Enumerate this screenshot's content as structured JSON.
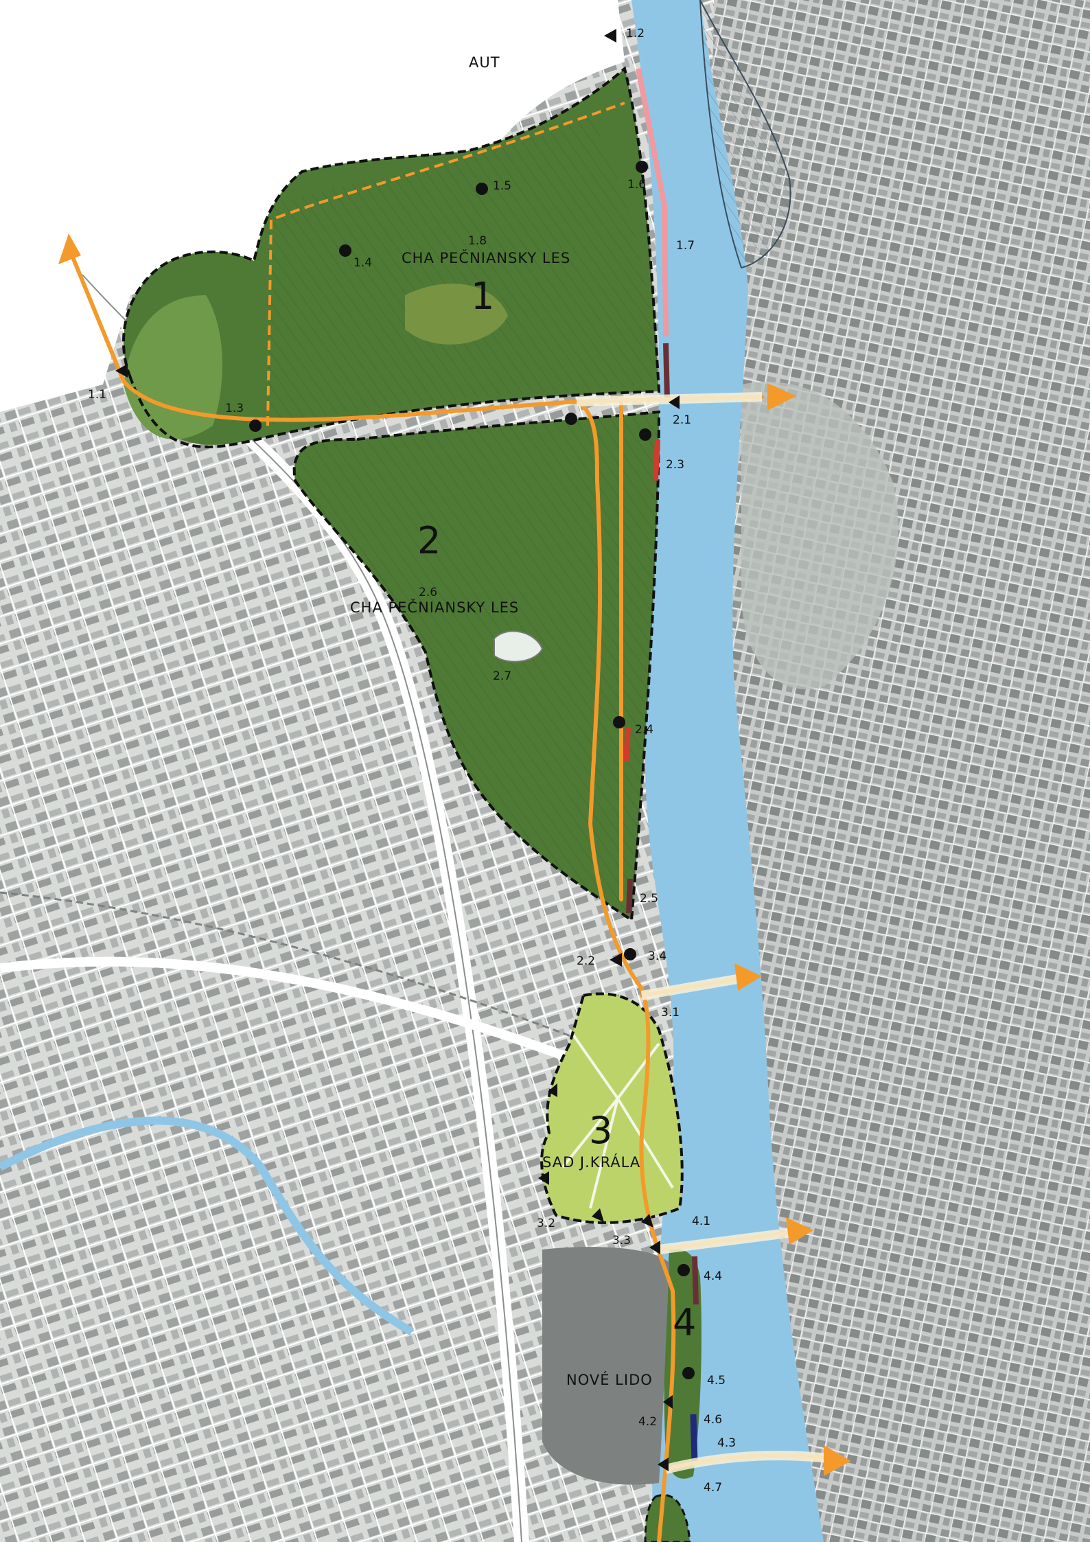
{
  "palette": {
    "water": "#8fc6e6",
    "forest": "#4f7a35",
    "forest_light": "#6e9a4a",
    "park": "#bcd36a",
    "urban": "#c9ccca",
    "path_orange": "#f39a2b",
    "boundary": "#111111"
  },
  "areas": [
    {
      "number": "1",
      "name": "CHA PEČNIANSKY LES"
    },
    {
      "number": "2",
      "name": "CHA PEČNIANSKY LES"
    },
    {
      "number": "3",
      "name": "SAD J.KRÁLA"
    },
    {
      "number": "4",
      "name": "NOVÉ LIDO"
    }
  ],
  "top_label": "AUT",
  "points": [
    "1.1",
    "1.2",
    "1.3",
    "1.4",
    "1.5",
    "1.6",
    "1.7",
    "1.8",
    "2.1",
    "2.2",
    "2.3",
    "2.4",
    "2.5",
    "2.6",
    "2.7",
    "3.1",
    "3.2",
    "3.3",
    "3.4",
    "4.1",
    "4.2",
    "4.3",
    "4.4",
    "4.5",
    "4.6",
    "4.7"
  ],
  "icons": [
    "point-marker-icon",
    "viewpoint-triangle-icon",
    "arrow-head-icon"
  ]
}
